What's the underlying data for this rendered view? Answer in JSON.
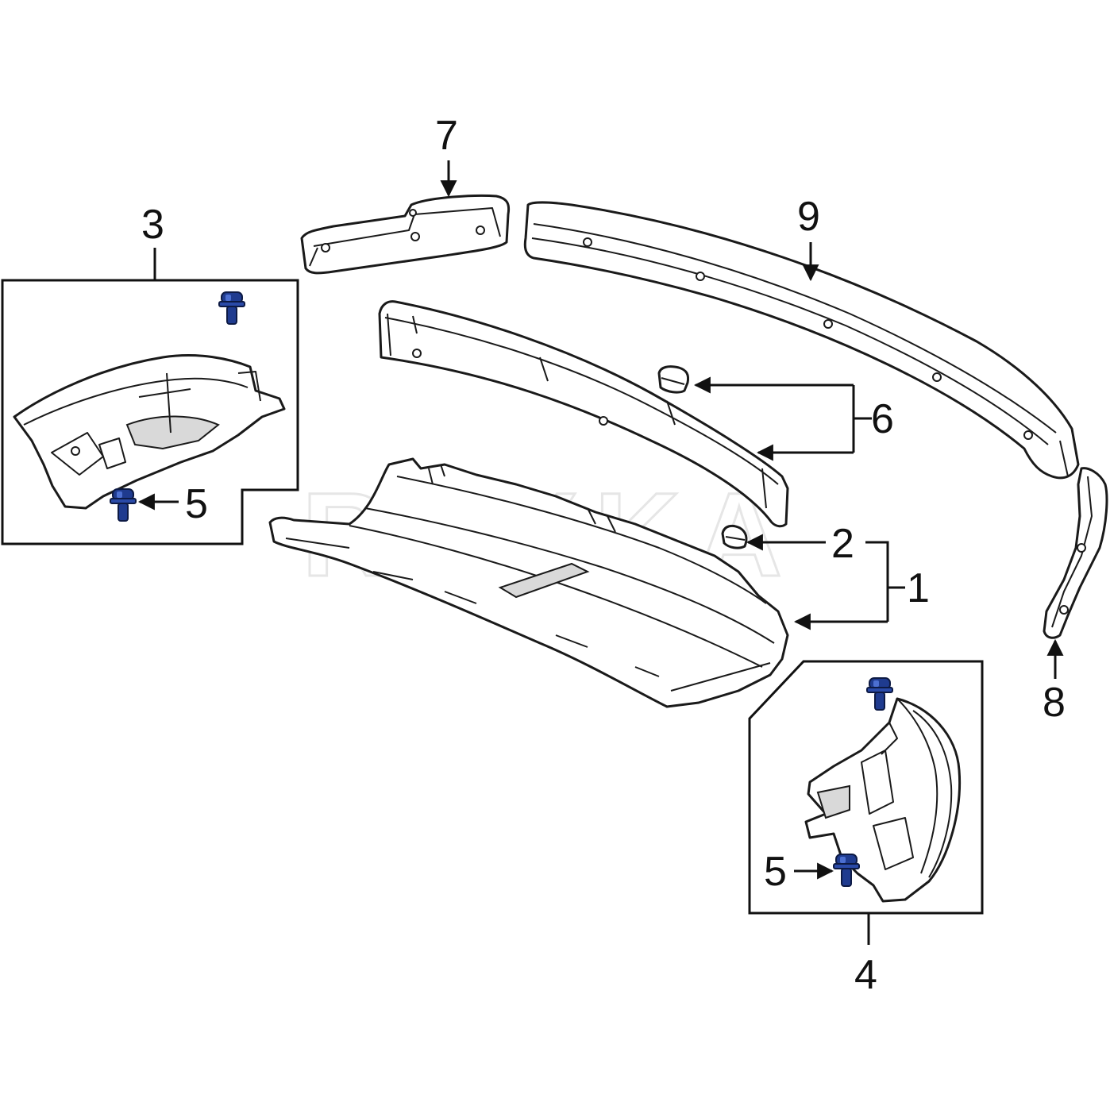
{
  "watermark": "REXKA",
  "colors": {
    "line": "#111111",
    "fastener_fill": "#1f3b8f",
    "fastener_highlight": "#4c6fd1",
    "background": "#ffffff"
  },
  "callouts": {
    "c1": "1",
    "c2": "2",
    "c3": "3",
    "c4": "4",
    "c5_left": "5",
    "c5_right": "5",
    "c6": "6",
    "c7": "7",
    "c8": "8",
    "c9": "9"
  }
}
